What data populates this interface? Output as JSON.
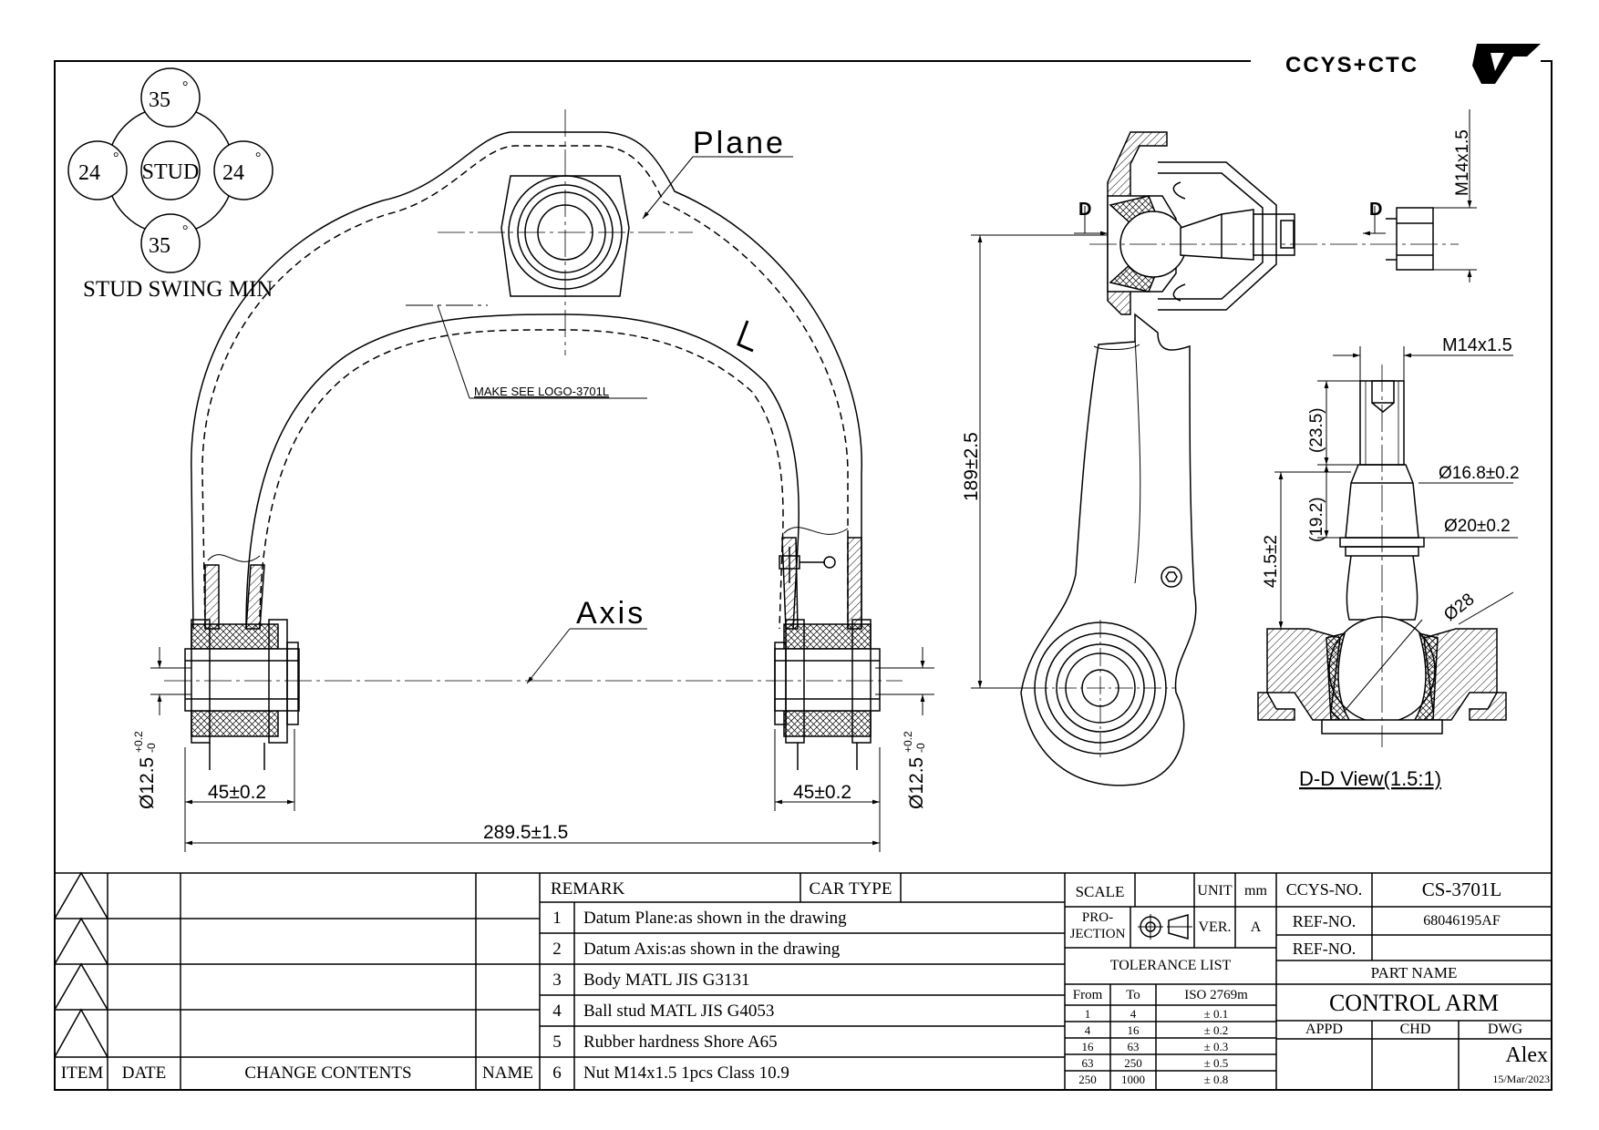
{
  "logo": {
    "text": "CCYS+CTC"
  },
  "stud_swing": {
    "top_angle": "35",
    "bottom_angle": "35",
    "left_angle": "24",
    "right_angle": "24",
    "degree_mark": "°",
    "center_label": "STUD",
    "caption": "STUD SWING MIN"
  },
  "annotations": {
    "plane": "Plane",
    "axis": "Axis",
    "logo_note": "MAKE SEE LOGO-3701L",
    "side_mark": "L",
    "section_mark_left": "D",
    "section_mark_right": "D"
  },
  "dimensions": {
    "bushing_dia_left": "Ø12.5",
    "bushing_tol_left_upper": "+0.2",
    "bushing_tol_left_lower": "-0",
    "bushing_dia_right": "Ø12.5",
    "bushing_tol_right_upper": "+0.2",
    "bushing_tol_right_lower": "-0",
    "bushing_width_left": "45±0.2",
    "bushing_width_right": "45±0.2",
    "overall_length": "289.5±1.5",
    "height": "189±2.5",
    "thread_top": "M14x1.5",
    "stud_thread": "M14x1.5",
    "stud_len_1": "(23.5)",
    "stud_len_2": "(19.2)",
    "stud_len_3": "41.5±2",
    "dia_1": "Ø16.8±0.2",
    "dia_2": "Ø20±0.2",
    "ball_dia": "Ø28"
  },
  "view_label": "D-D View(1.5:1)",
  "revision_table": {
    "headers": [
      "ITEM",
      "DATE",
      "CHANGE CONTENTS",
      "NAME"
    ]
  },
  "remarks": {
    "header": "REMARK",
    "car_type": "CAR TYPE",
    "items": [
      {
        "no": "1",
        "text": "Datum Plane:as shown in the drawing"
      },
      {
        "no": "2",
        "text": "Datum Axis:as shown in the drawing"
      },
      {
        "no": "3",
        "text": "Body MATL JIS G3131"
      },
      {
        "no": "4",
        "text": "Ball stud MATL JIS G4053"
      },
      {
        "no": "5",
        "text": "Rubber hardness Shore A65"
      },
      {
        "no": "6",
        "text": "Nut M14x1.5 1pcs Class 10.9"
      }
    ]
  },
  "spec": {
    "scale_label": "SCALE",
    "scale_value": "",
    "unit_label": "UNIT",
    "unit_value": "mm",
    "projection_label_1": "PRO-",
    "projection_label_2": "JECTION",
    "ver_label": "VER.",
    "ver_value": "A",
    "tolerance_title": "TOLERANCE LIST",
    "tolerance_headers": [
      "From",
      "To",
      "ISO 2769m"
    ],
    "tolerance_rows": [
      [
        "1",
        "4",
        "± 0.1"
      ],
      [
        "4",
        "16",
        "± 0.2"
      ],
      [
        "16",
        "63",
        "± 0.3"
      ],
      [
        "63",
        "250",
        "± 0.5"
      ],
      [
        "250",
        "1000",
        "± 0.8"
      ]
    ]
  },
  "title_block": {
    "ccys_no_label": "CCYS-NO.",
    "ccys_no": "CS-3701L",
    "ref_no_label_1": "REF-NO.",
    "ref_no_1": "68046195AF",
    "ref_no_label_2": "REF-NO.",
    "ref_no_2": "",
    "part_name_label": "PART NAME",
    "part_name": "CONTROL ARM",
    "appd_label": "APPD",
    "chd_label": "CHD",
    "dwg_label": "DWG",
    "appd": "",
    "chd": "",
    "dwg": "Alex",
    "date": "15/Mar/2023"
  }
}
